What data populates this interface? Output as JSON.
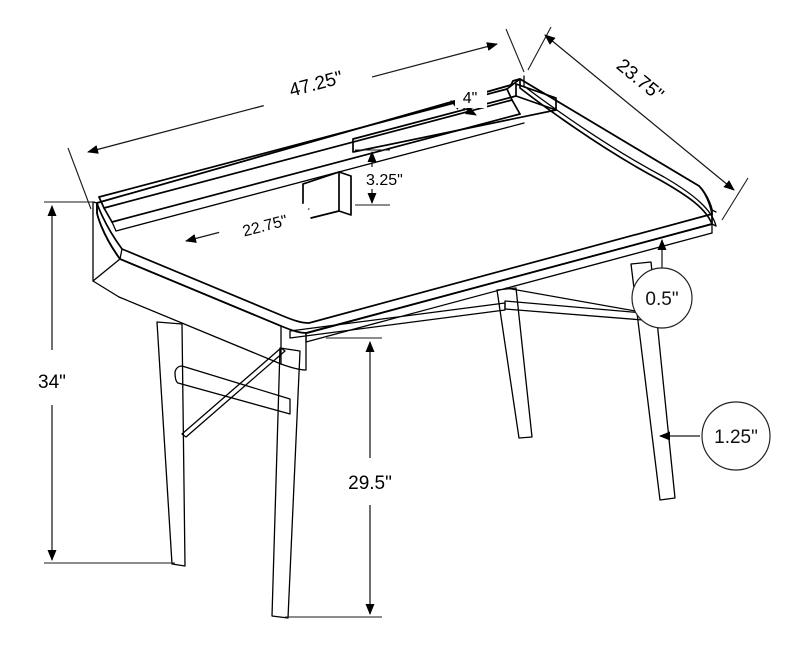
{
  "drawing": {
    "title": "Desk technical dimension drawing",
    "subject": "writing desk with hutch shelf and tapered legs",
    "view": "isometric / three-quarter perspective",
    "units": "inches",
    "background_color": "#ffffff",
    "line_color": "#000000",
    "text_color": "#000000"
  },
  "dimensions": {
    "width_overall": {
      "label": "47.25\"",
      "value": 47.25,
      "measures": "overall desk top width (back edge)"
    },
    "depth_overall": {
      "label": "23.75\"",
      "value": 23.75,
      "measures": "overall desk top depth (right side edge)"
    },
    "shelf_width": {
      "label": "4\"",
      "value": 4,
      "measures": "hutch shelf depth"
    },
    "shelf_clearance": {
      "label": "3.25\"",
      "value": 3.25,
      "measures": "open height under hutch shelf"
    },
    "shelf_opening": {
      "label": "22.75\"",
      "value": 22.75,
      "measures": "open span along back rail to divider"
    },
    "height_overall": {
      "label": "34\"",
      "value": 34,
      "measures": "overall height to top of back rail"
    },
    "height_worksurface": {
      "label": "29.5\"",
      "value": 29.5,
      "measures": "floor to desk work surface"
    }
  },
  "callouts": [
    {
      "id": "callout-top-thickness",
      "label": "0.5\"",
      "value": 0.5,
      "measures": "desk top panel thickness"
    },
    {
      "id": "callout-leg-thickness",
      "label": "1.25\"",
      "value": 1.25,
      "measures": "leg thickness"
    }
  ]
}
